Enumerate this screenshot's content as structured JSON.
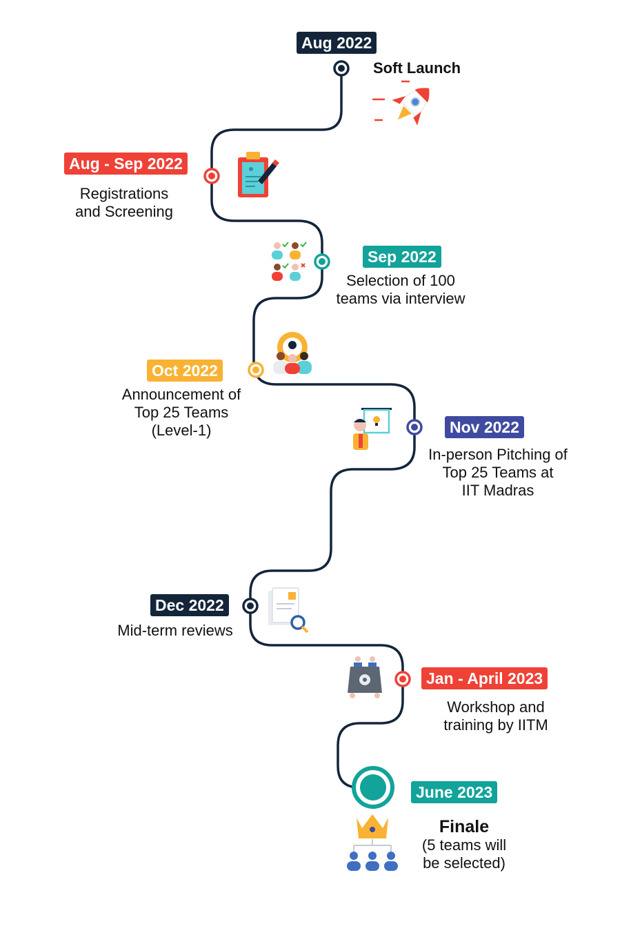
{
  "milestones": [
    {
      "date": "Aug 2022",
      "lines": [
        "Soft Launch"
      ],
      "badge_color": "#14253a",
      "icon": "rocket-icon"
    },
    {
      "date": "Aug - Sep 2022",
      "lines": [
        "Registrations",
        "and Screening"
      ],
      "badge_color": "#ef4136",
      "icon": "clipboard-icon"
    },
    {
      "date": "Sep 2022",
      "lines": [
        "Selection of 100",
        "teams via  interview"
      ],
      "badge_color": "#12a39a",
      "icon": "team-selection-icon"
    },
    {
      "date": "Oct 2022",
      "lines": [
        "Announcement of",
        "Top 25 Teams",
        "(Level-1)"
      ],
      "badge_color": "#f9b233",
      "icon": "team-gear-icon"
    },
    {
      "date": "Nov 2022",
      "lines": [
        "In-person Pitching of",
        "Top 25 Teams at",
        "IIT Madras"
      ],
      "badge_color": "#3f4aa0",
      "icon": "presenter-icon"
    },
    {
      "date": "Dec 2022",
      "lines": [
        "Mid-term reviews"
      ],
      "badge_color": "#14253a",
      "icon": "document-search-icon"
    },
    {
      "date": "Jan - April 2023",
      "lines": [
        "Workshop and",
        "training by IITM"
      ],
      "badge_color": "#ef4136",
      "icon": "workshop-icon"
    },
    {
      "date": "June 2023",
      "title": "Finale",
      "lines": [
        "(5 teams will",
        "be selected)"
      ],
      "badge_color": "#12a39a",
      "icon": "crown-hierarchy-icon"
    }
  ],
  "path_color": "#14253a"
}
